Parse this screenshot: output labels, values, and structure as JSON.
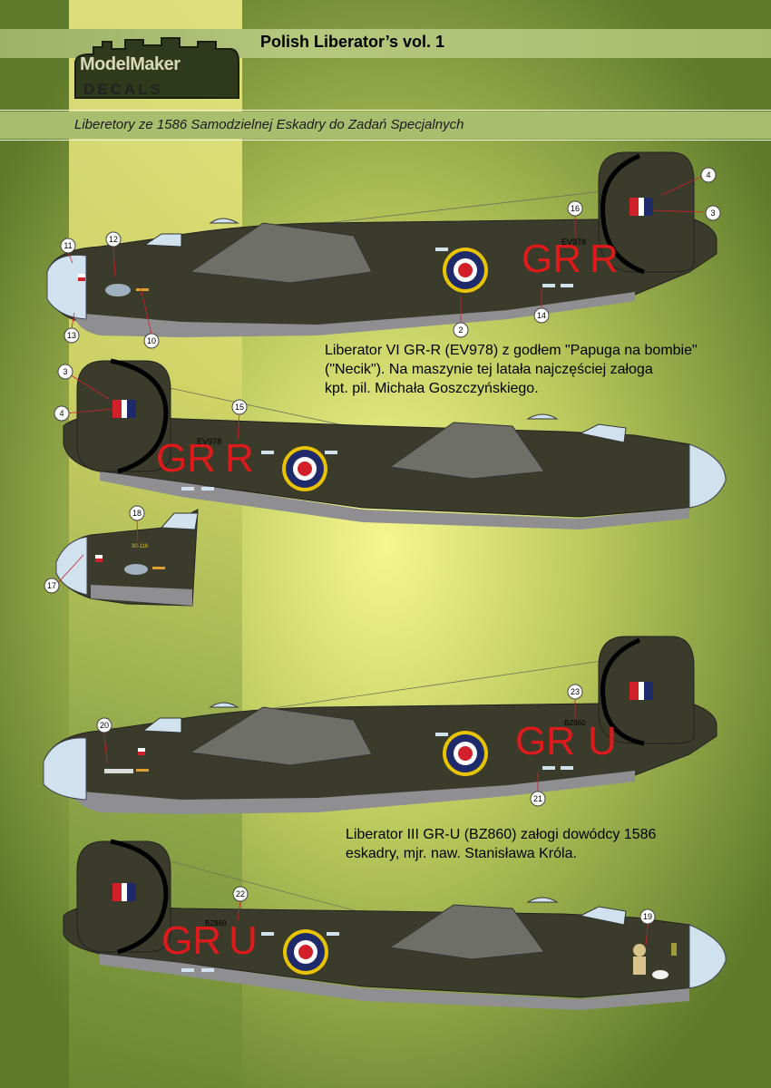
{
  "header": {
    "title": "Polish Liberator’s vol. 1",
    "subtitle": "Liberetory ze 1586 Samodzielnej Eskadry do Zadań Specjalnych",
    "logo_line1": "ModelMaker",
    "logo_line2": "DECALS"
  },
  "captions": {
    "ev978_line1": "Liberator VI GR-R (EV978) z godłem \"Papuga na bombie\"",
    "ev978_line2": "(\"Necik\"). Na maszynie tej latała najczęściej załoga",
    "ev978_line3": "kpt. pil. Michała Goszczyńskiego.",
    "bz860_line1": "Liberator III GR-U (BZ860) załogi dowódcy 1586",
    "bz860_line2": "eskadry, mjr. naw. Stanisława Króla."
  },
  "markings": {
    "gr": "GR",
    "r": "R",
    "u": "U",
    "ev978": "EV978",
    "bz860": "BZ860",
    "detail_serial": "30-116"
  },
  "callouts": [
    "2",
    "3",
    "4",
    "10",
    "11",
    "12",
    "13",
    "14",
    "15",
    "16",
    "17",
    "18",
    "19",
    "20",
    "21",
    "22",
    "23"
  ],
  "colors": {
    "background_dark": "#5f7c2c",
    "background_light": "#eef08a",
    "aircraft_olive": "#3a3b2b",
    "aircraft_underside": "#8f8f92",
    "code_red": "#e01a1a",
    "roundel_blue": "#1f2a6b",
    "roundel_yellow": "#e8c300"
  }
}
